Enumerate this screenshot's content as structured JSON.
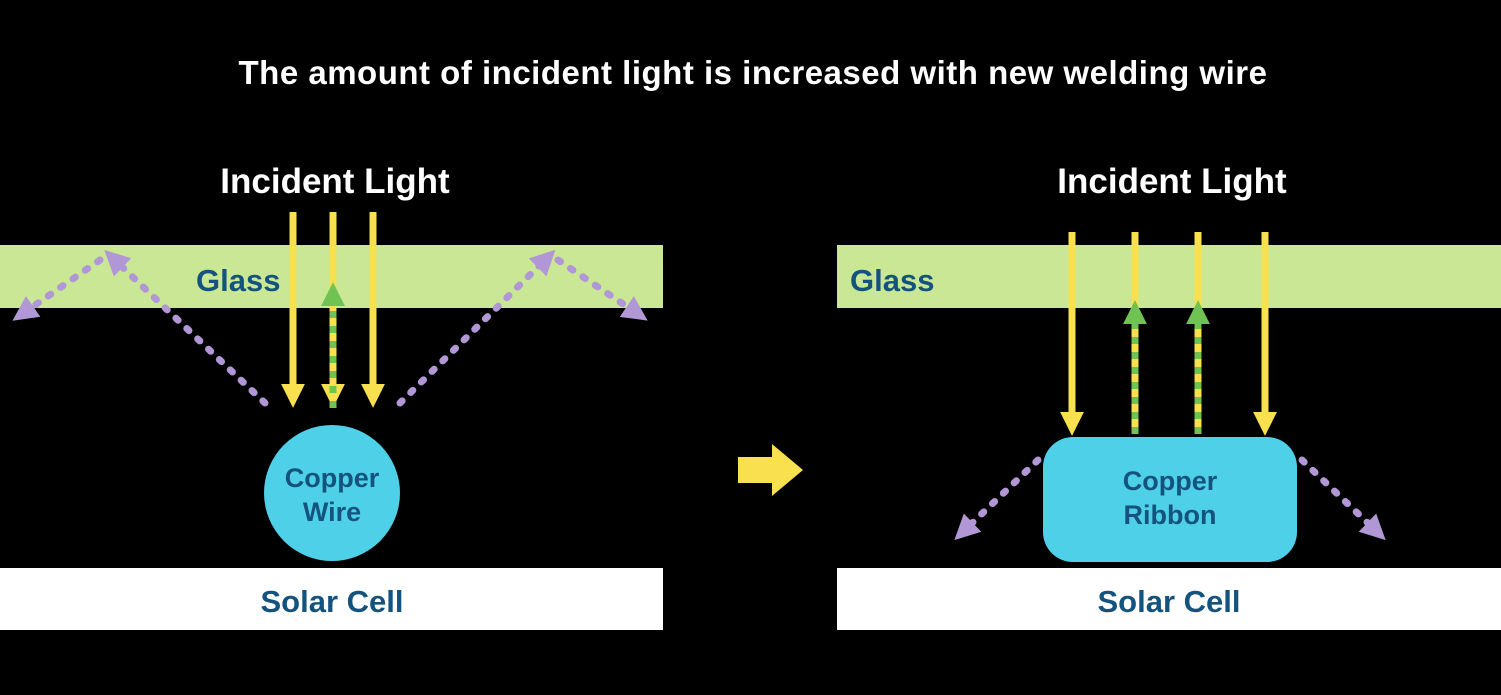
{
  "title": "The amount of incident light is increased with new welding wire",
  "colors": {
    "background": "#000000",
    "title_text": "#ffffff",
    "glass_band": "#c9e795",
    "incident_ray_yellow": "#f8e04e",
    "reflected_ray_green": "#70c253",
    "scattered_ray_purple": "#b197d6",
    "copper_component_cyan": "#4ed0e9",
    "solar_cell_white": "#ffffff",
    "diagram_label_blue": "#14537e",
    "transition_arrow_yellow": "#f8e04e"
  },
  "panels": {
    "left": {
      "incident_light": "Incident Light",
      "glass_label": "Glass",
      "component": [
        "Copper",
        "Wire"
      ],
      "solar_cell": "Solar Cell"
    },
    "right": {
      "incident_light": "Incident Light",
      "glass_label": "Glass",
      "component": [
        "Copper",
        "Ribbon"
      ],
      "solar_cell": "Solar Cell"
    }
  }
}
